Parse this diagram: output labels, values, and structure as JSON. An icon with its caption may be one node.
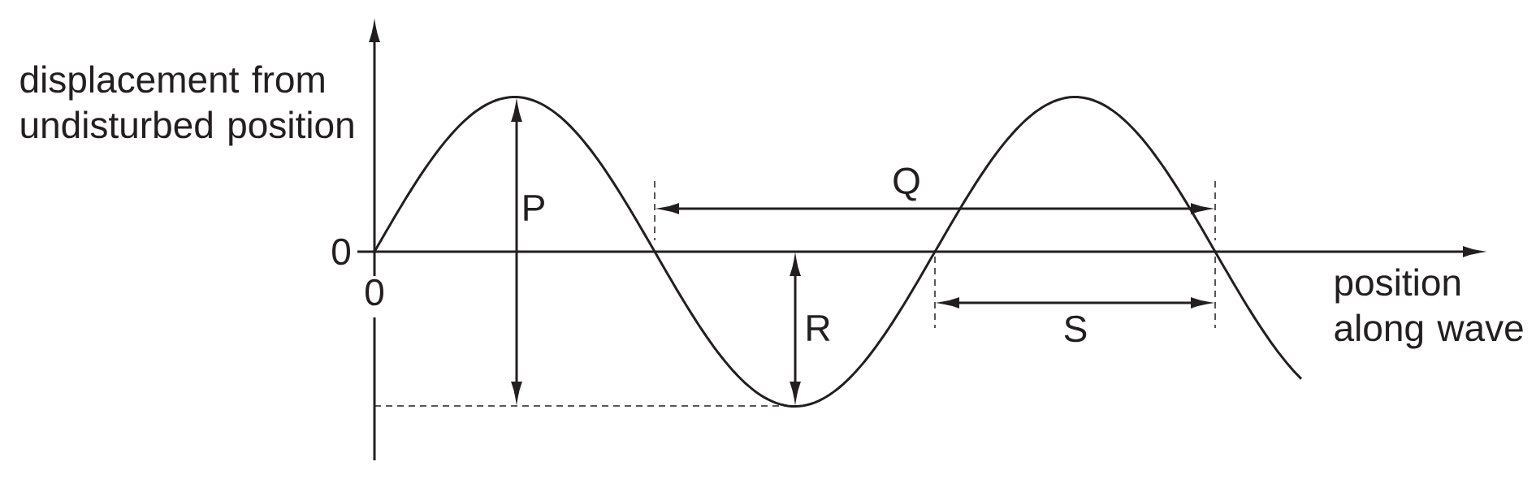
{
  "diagram": {
    "labels": [
      "displacement from undisturbed position",
      "P",
      "Q",
      "0",
      "0",
      "R",
      "S",
      "position along wave"
    ]
  }
}
